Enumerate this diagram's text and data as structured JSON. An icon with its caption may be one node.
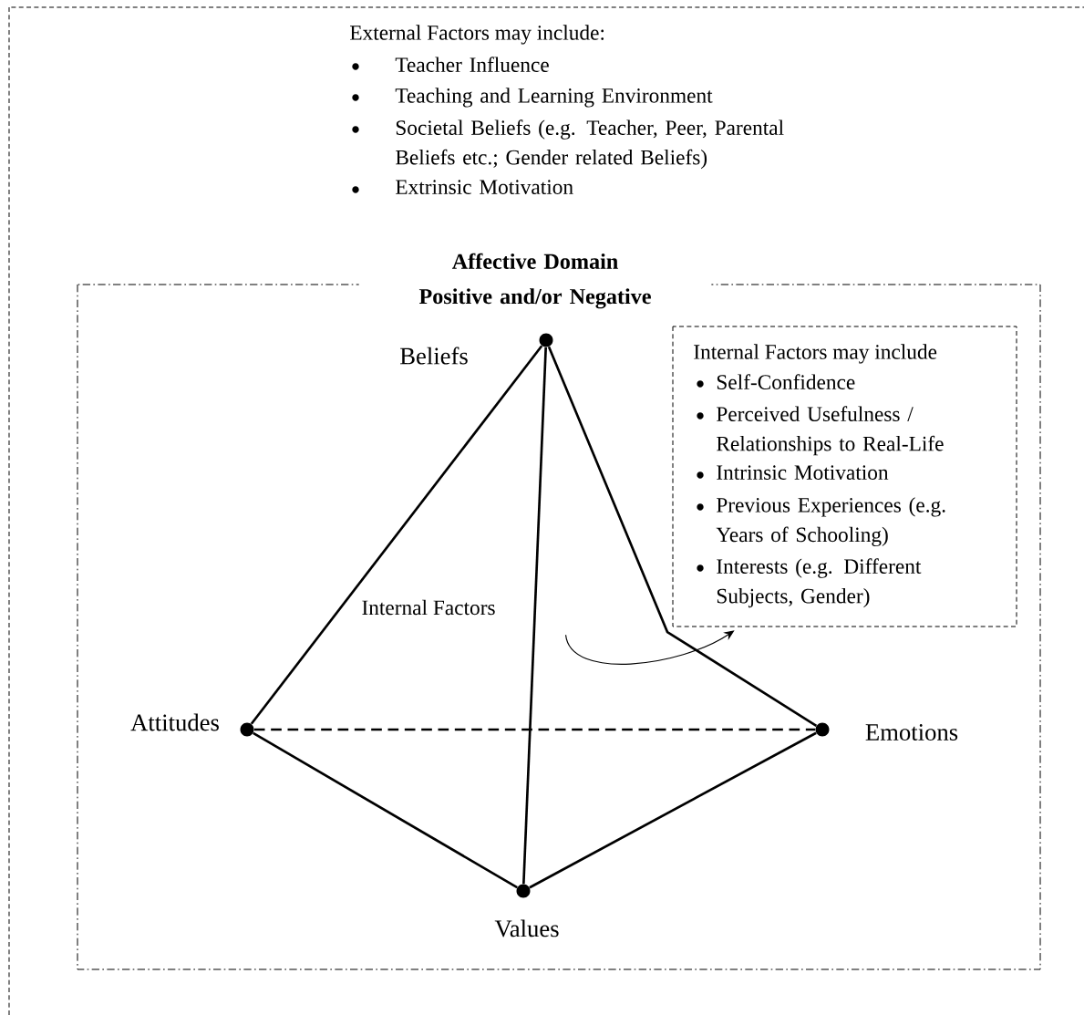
{
  "diagram": {
    "nodes": [
      {
        "text": [
          "External Factors may include:",
          "Teacher Influence",
          "Teaching and Learning Environment",
          "Societal Beliefs (e.g. Teacher, Peer, Parental Beliefs etc.; Gender related Beliefs)",
          "Extrinsic Motivation"
        ]
      },
      {
        "text": [
          "Affective Domain Positive and/or Negative"
        ],
        "in": 0
      },
      {
        "text": [
          "Internal Factors may include",
          "Self-Confidence",
          "Perceived Usefulness / Relationships to Real-Life",
          "Intrinsic Motivation",
          "Previous Experiences (e.g. Years of Schooling)",
          "Interests (e.g. Different Subjects, Gender)"
        ],
        "in": 1
      },
      {
        "text": [],
        "shape": "circle",
        "beside": [
          "Beliefs"
        ],
        "in": 1
      },
      {
        "text": [],
        "shape": "circle",
        "beside": [
          "Attitudes"
        ],
        "in": 1
      },
      {
        "text": [],
        "shape": "circle",
        "beside": [
          "Emotions"
        ],
        "in": 1
      },
      {
        "text": [],
        "shape": "circle",
        "beside": [
          "Values"
        ],
        "in": 1
      },
      {
        "text": [
          "Internal Factors"
        ],
        "in": 1
      }
    ],
    "edges": [
      {
        "from": 3,
        "to": 4,
        "arrow": "none"
      },
      {
        "from": 3,
        "to": 6,
        "arrow": "none"
      },
      {
        "from": 3,
        "to": 5,
        "arrow": "none"
      },
      {
        "from": 4,
        "to": 5,
        "arrow": "none",
        "style": "dashed"
      },
      {
        "from": 4,
        "to": 6,
        "arrow": "none"
      },
      {
        "from": 6,
        "to": 5,
        "arrow": "none"
      },
      {
        "from": 7,
        "to": 2,
        "arrow": "to"
      }
    ]
  }
}
